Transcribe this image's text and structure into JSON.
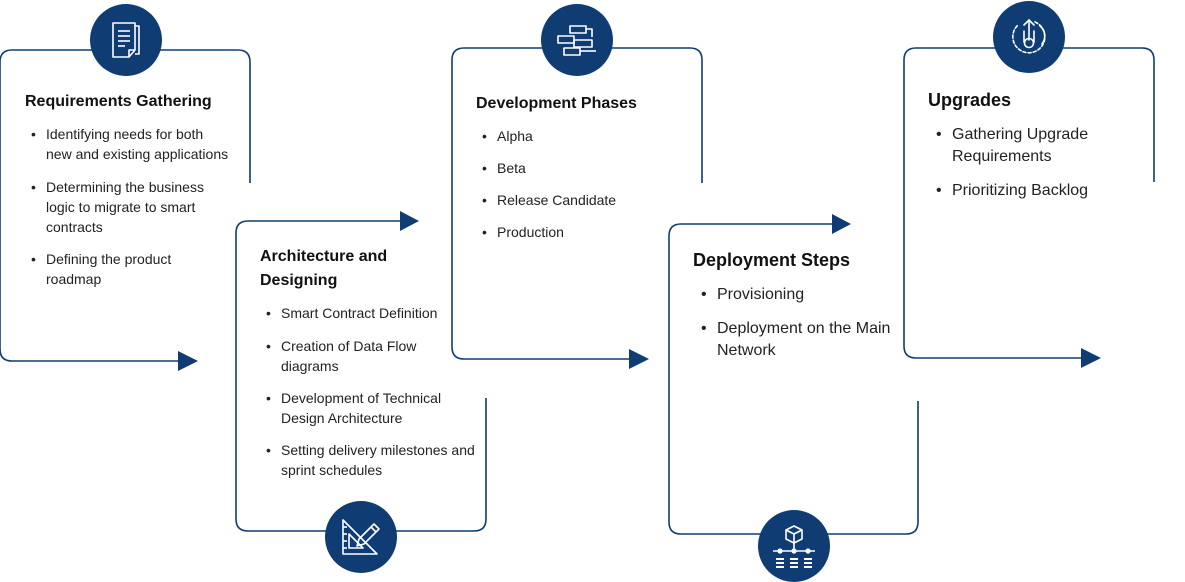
{
  "colors": {
    "navy": "#0f3d73",
    "stroke": "#0f3d73",
    "text": "#111111"
  },
  "stages": [
    {
      "title": "Requirements Gathering",
      "icon": "document-list-icon",
      "items": [
        "Identifying needs for both new and existing applications",
        "Determining the business logic to migrate to smart contracts",
        "Defining the product roadmap"
      ]
    },
    {
      "title": "Architecture and Designing",
      "icon": "ruler-pencil-icon",
      "items": [
        "Smart Contract Definition",
        "Creation of Data Flow diagrams",
        "Development of Technical Design Architecture",
        "Setting delivery milestones and sprint schedules"
      ]
    },
    {
      "title": "Development Phases",
      "icon": "gantt-blocks-icon",
      "items": [
        "Alpha",
        "Beta",
        "Release Candidate",
        "Production"
      ]
    },
    {
      "title": "Deployment Steps",
      "icon": "cube-network-icon",
      "items": [
        "Provisioning",
        "Deployment on the Main Network"
      ]
    },
    {
      "title": "Upgrades",
      "icon": "gear-upgrade-icon",
      "items": [
        "Gathering Upgrade Requirements",
        "Prioritizing Backlog"
      ]
    }
  ]
}
